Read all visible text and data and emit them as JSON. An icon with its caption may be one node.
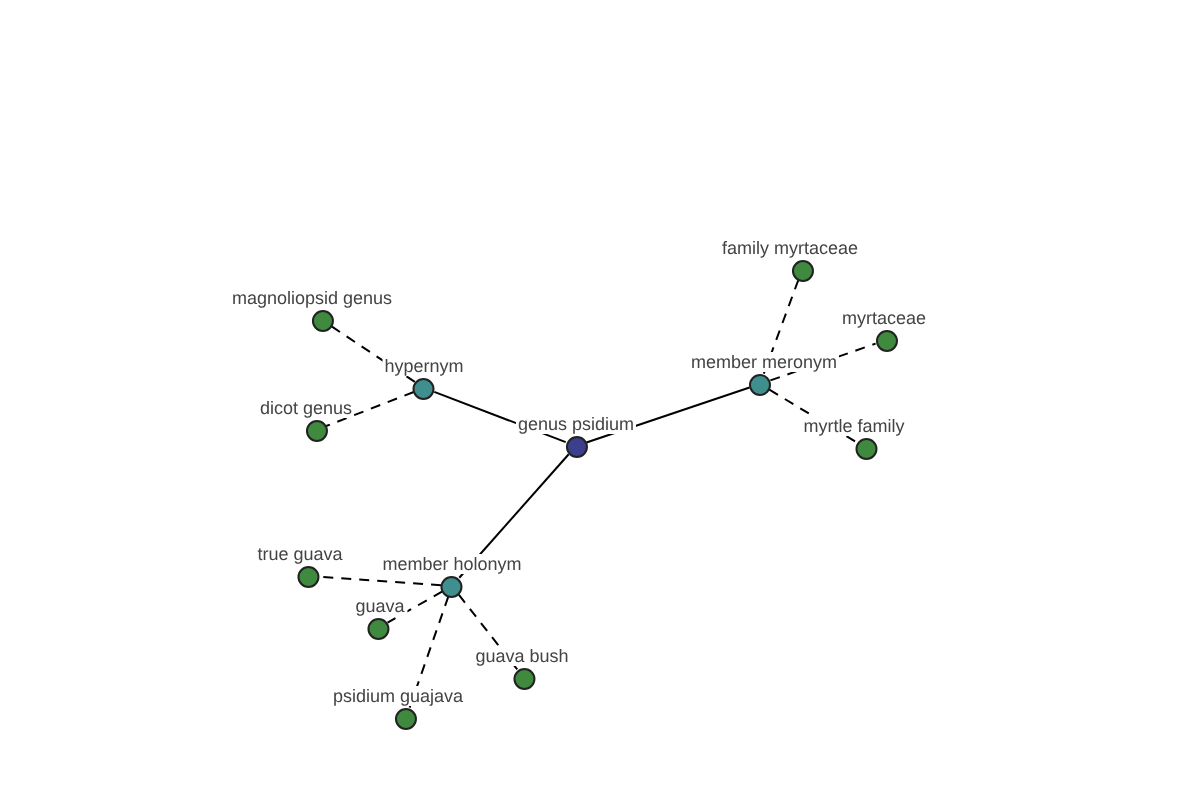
{
  "diagram": {
    "nodes": [
      {
        "text": [
          "genus psidium"
        ]
      },
      {
        "text": [
          "hypernym"
        ]
      },
      {
        "text": [
          "member meronym"
        ]
      },
      {
        "text": [
          "member holonym"
        ]
      },
      {
        "text": [
          "magnoliopsid genus"
        ]
      },
      {
        "text": [
          "dicot genus"
        ]
      },
      {
        "text": [
          "family myrtaceae"
        ]
      },
      {
        "text": [
          "myrtaceae"
        ]
      },
      {
        "text": [
          "myrtle family"
        ]
      },
      {
        "text": [
          "true guava"
        ]
      },
      {
        "text": [
          "guava"
        ]
      },
      {
        "text": [
          "guava bush"
        ]
      },
      {
        "text": [
          "psidium guajava"
        ]
      }
    ],
    "edges": [
      {
        "from": 0,
        "to": 1,
        "arrow": "none"
      },
      {
        "from": 0,
        "to": 2,
        "arrow": "none"
      },
      {
        "from": 0,
        "to": 3,
        "arrow": "none"
      },
      {
        "from": 1,
        "to": 4,
        "arrow": "none",
        "style": "dashed"
      },
      {
        "from": 1,
        "to": 5,
        "arrow": "none",
        "style": "dashed"
      },
      {
        "from": 2,
        "to": 6,
        "arrow": "none",
        "style": "dashed"
      },
      {
        "from": 2,
        "to": 7,
        "arrow": "none",
        "style": "dashed"
      },
      {
        "from": 2,
        "to": 8,
        "arrow": "none",
        "style": "dashed"
      },
      {
        "from": 3,
        "to": 9,
        "arrow": "none",
        "style": "dashed"
      },
      {
        "from": 3,
        "to": 10,
        "arrow": "none",
        "style": "dashed"
      },
      {
        "from": 3,
        "to": 11,
        "arrow": "none",
        "style": "dashed"
      },
      {
        "from": 3,
        "to": 12,
        "arrow": "none",
        "style": "dashed"
      }
    ]
  }
}
